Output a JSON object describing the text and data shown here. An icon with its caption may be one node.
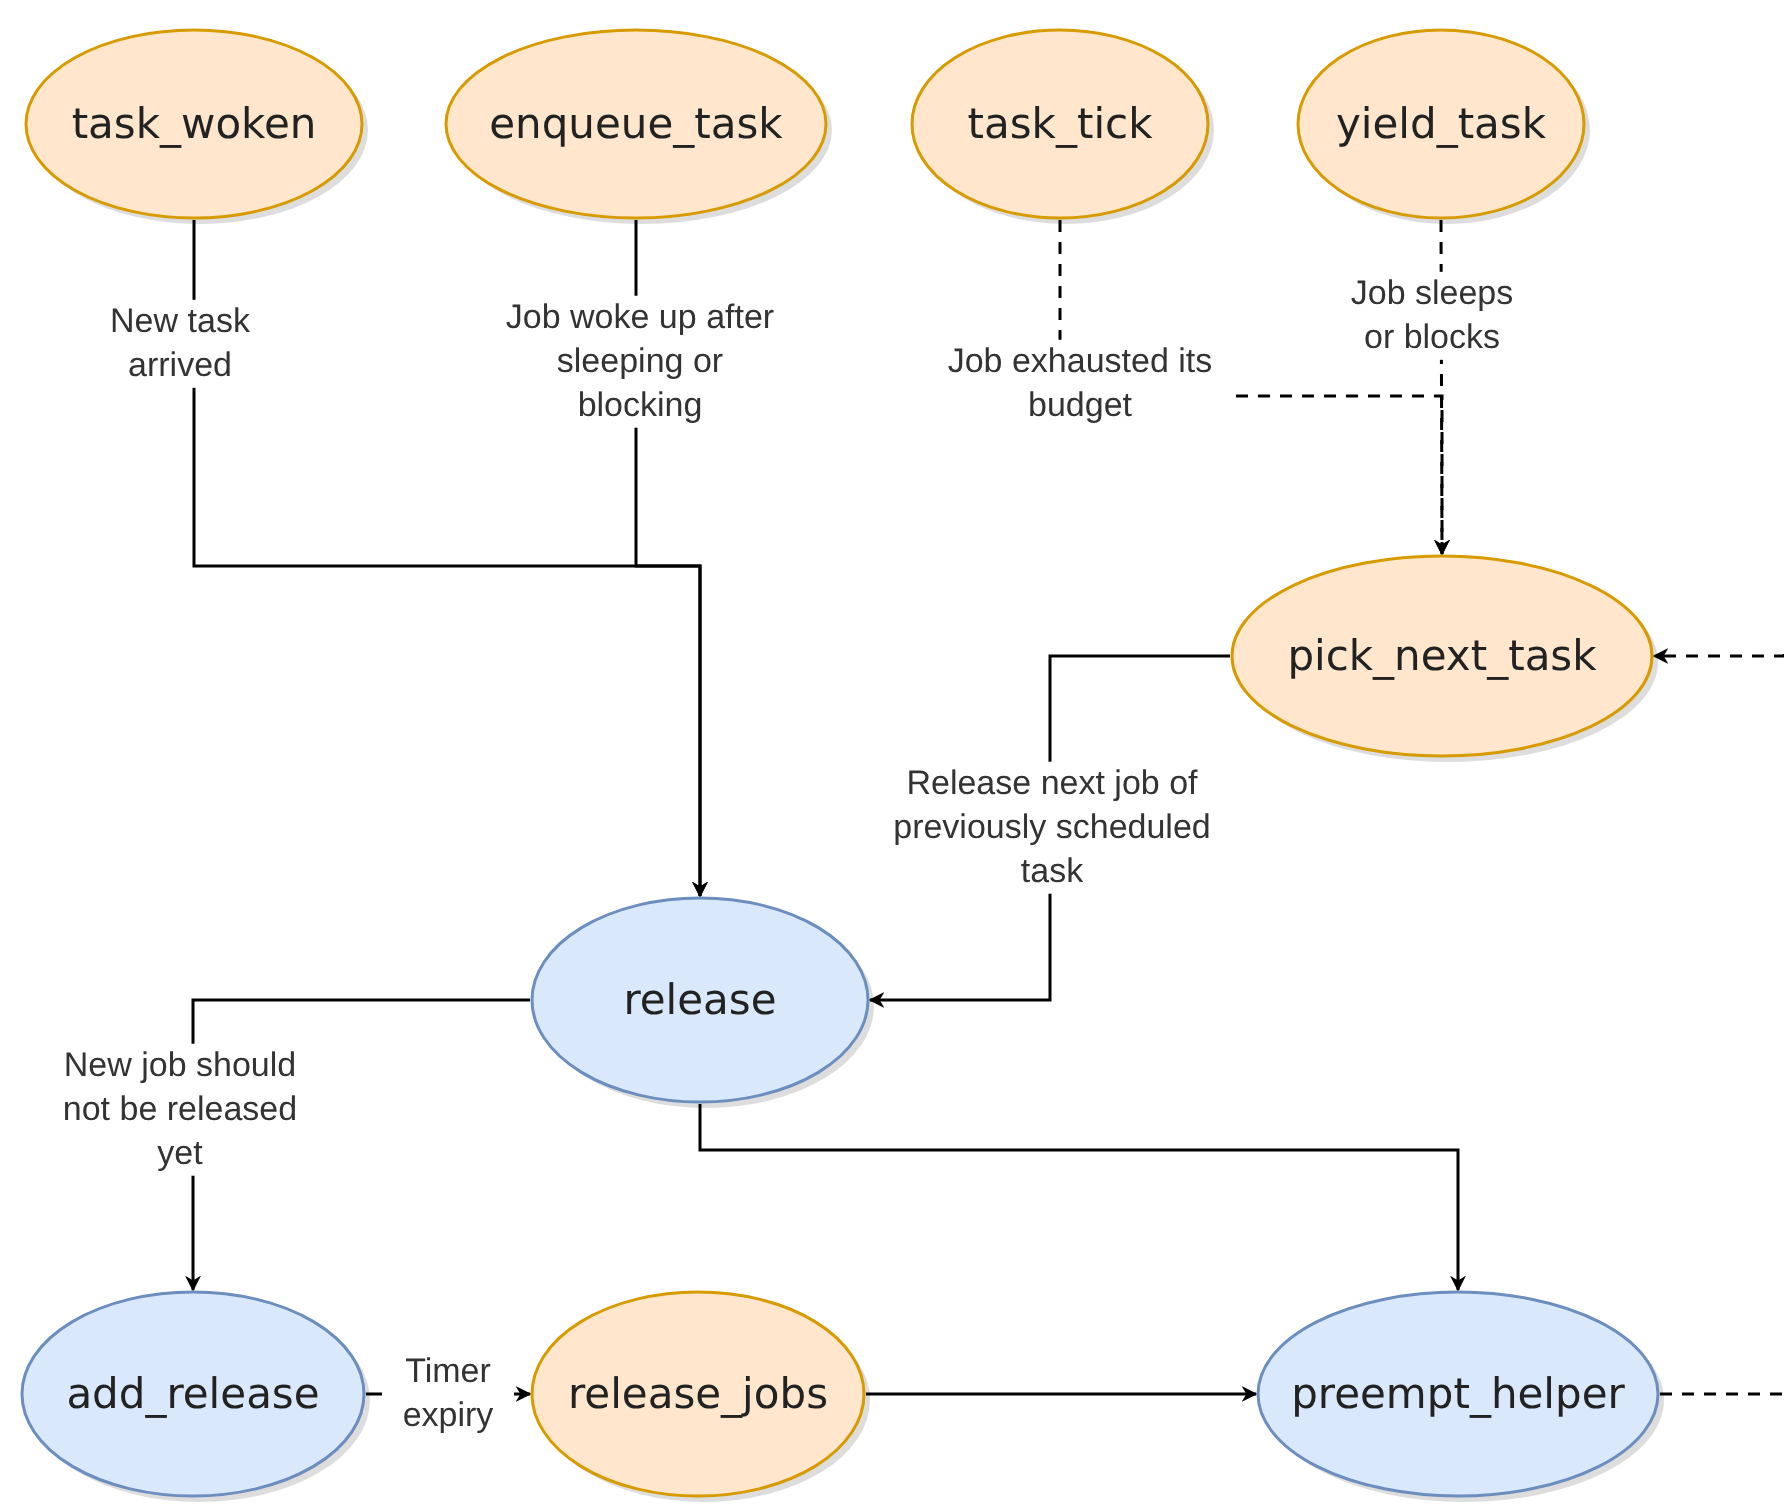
{
  "diagram": {
    "nodes": [
      {
        "text": [
          "task_woken"
        ]
      },
      {
        "text": [
          "enqueue_task"
        ]
      },
      {
        "text": [
          "task_tick"
        ]
      },
      {
        "text": [
          "yield_task"
        ]
      },
      {
        "text": [
          "pick_next_task"
        ]
      },
      {
        "text": [
          "release"
        ]
      },
      {
        "text": [
          "add_release"
        ]
      },
      {
        "text": [
          "release_jobs"
        ]
      },
      {
        "text": [
          "preempt_helper"
        ]
      }
    ],
    "edges": [
      {
        "from": 0,
        "to": 5,
        "arrow": "to",
        "label": "New task arrived"
      },
      {
        "from": 1,
        "to": 5,
        "arrow": "to",
        "label": "Job woke up after sleeping or blocking"
      },
      {
        "from": 2,
        "to": 4,
        "arrow": "to",
        "label": "Job exhausted its budget",
        "style": "dashed"
      },
      {
        "from": 3,
        "to": 4,
        "arrow": "to",
        "label": "Job sleeps or blocks",
        "style": "dashed"
      },
      {
        "from": null,
        "to": 4,
        "arrow": "to",
        "style": "dashed"
      },
      {
        "from": 4,
        "to": 5,
        "arrow": "to",
        "label": "Release next job of previously scheduled task"
      },
      {
        "from": 5,
        "to": 6,
        "arrow": "to",
        "label": "New job should not be released yet"
      },
      {
        "from": 5,
        "to": 8,
        "arrow": "to"
      },
      {
        "from": 6,
        "to": 7,
        "arrow": "to",
        "label": "Timer expiry"
      },
      {
        "from": 7,
        "to": 8,
        "arrow": "to"
      },
      {
        "from": 8,
        "to": null,
        "arrow": "none",
        "style": "dashed"
      }
    ]
  }
}
